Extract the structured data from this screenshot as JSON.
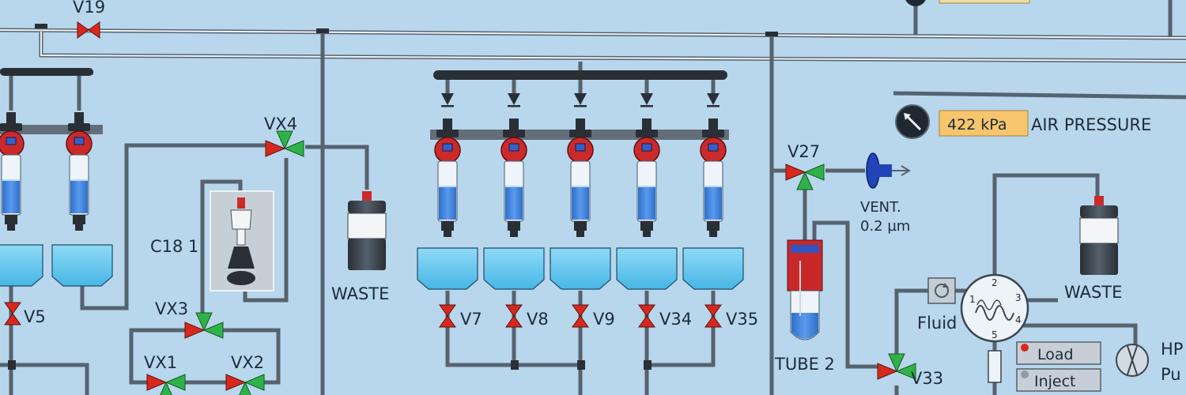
{
  "valves": {
    "v19": "V19",
    "vx4": "VX4",
    "vx3": "VX3",
    "vx1": "VX1",
    "vx2": "VX2",
    "v5": "V5",
    "v7": "V7",
    "v8": "V8",
    "v9": "V9",
    "v34": "V34",
    "v35": "V35",
    "v27": "V27",
    "v33": "V33"
  },
  "labels": {
    "c18": "C18 1",
    "waste_left": "WASTE",
    "waste_right": "WASTE",
    "vent": "VENT.",
    "vent_filter": "0.2 µm",
    "tube": "TUBE 2",
    "fluid": "Fluid",
    "hp_line1": "HP",
    "hp_line2": "Pu"
  },
  "air_pressure": {
    "value": "422 kPa",
    "label": "AIR PRESSURE"
  },
  "injector": {
    "port_numbers": [
      "1",
      "2",
      "3",
      "4",
      "5"
    ],
    "load_label": "Load",
    "inject_label": "Inject"
  },
  "colors": {
    "background": "#b8d6ec",
    "pipe": "#56636f",
    "valve_closed": "#d8281e",
    "valve_open": "#2fb24a",
    "reservoir": "#5bc3ea",
    "liquid": "#3a7bd5",
    "cap": "#cc2a2a",
    "readout_bg": "#f6c56c"
  }
}
